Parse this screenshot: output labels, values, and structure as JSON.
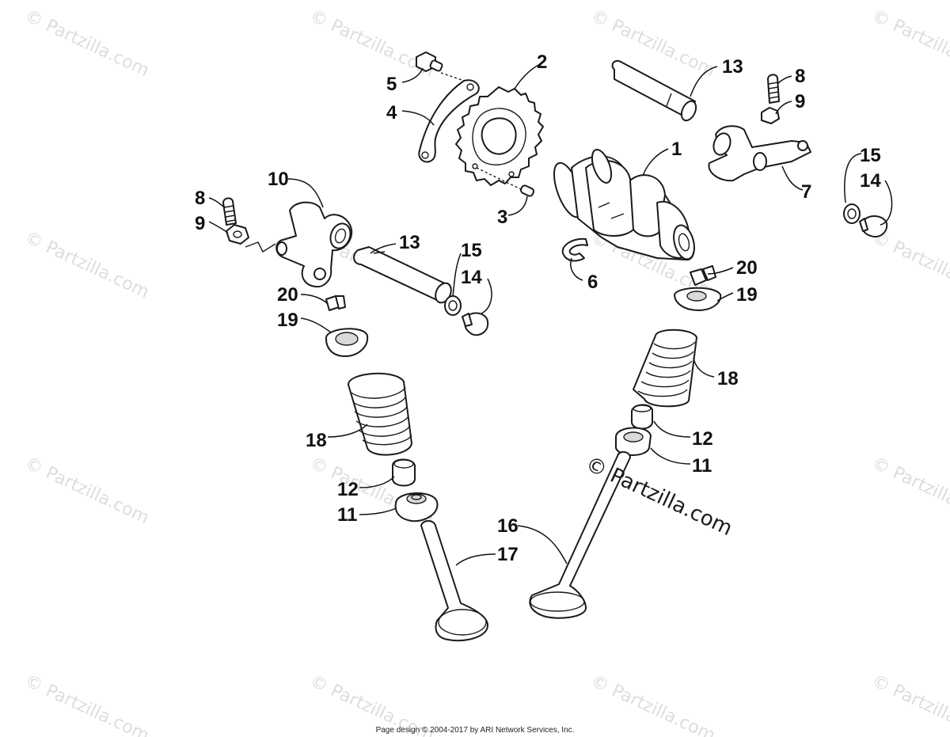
{
  "watermark": {
    "text": "© Partzilla.com"
  },
  "callouts": {
    "c1": "1",
    "c2": "2",
    "c3": "3",
    "c4": "4",
    "c5": "5",
    "c6": "6",
    "c7": "7",
    "c8a": "8",
    "c8b": "8",
    "c9a": "9",
    "c9b": "9",
    "c10": "10",
    "c11a": "11",
    "c11b": "11",
    "c12a": "12",
    "c12b": "12",
    "c13a": "13",
    "c13b": "13",
    "c14a": "14",
    "c14b": "14",
    "c15a": "15",
    "c15b": "15",
    "c16": "16",
    "c17": "17",
    "c18a": "18",
    "c18b": "18",
    "c19a": "19",
    "c19b": "19",
    "c20a": "20",
    "c20b": "20"
  },
  "footer": {
    "text": "Page design © 2004-2017 by ARI Network Services, Inc."
  }
}
